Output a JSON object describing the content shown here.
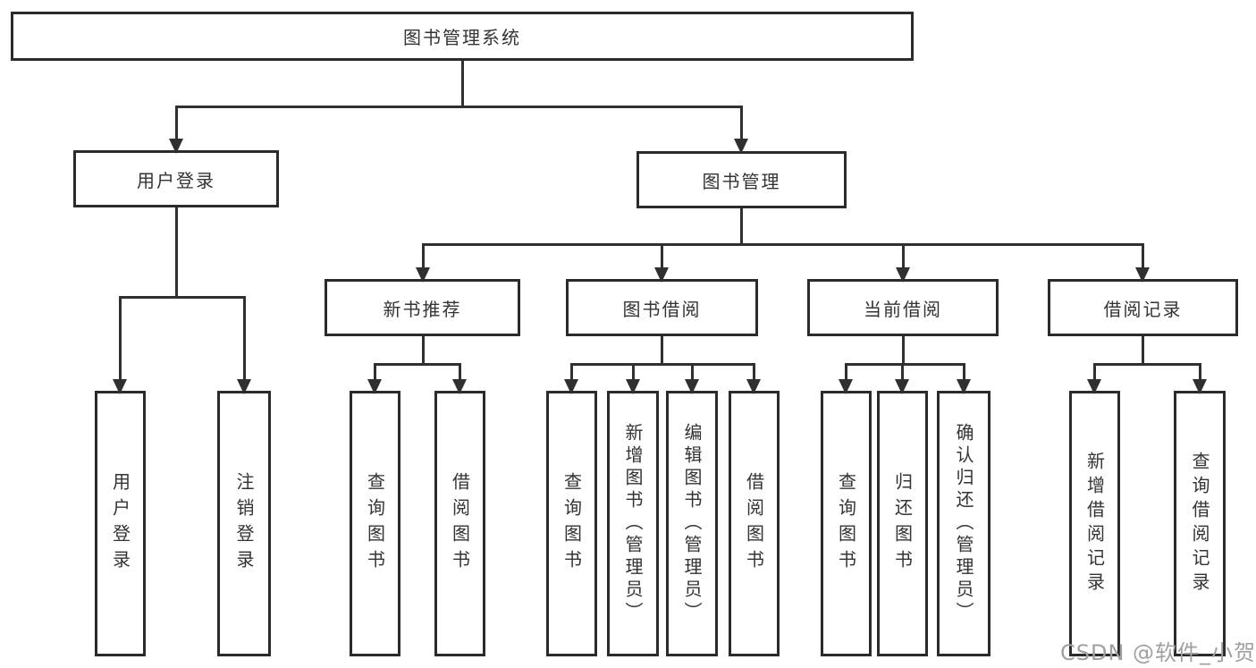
{
  "diagram_title": "图书管理系统",
  "tree": {
    "root": {
      "label": "图书管理系统"
    },
    "branches": [
      {
        "label": "用户登录",
        "children": [
          {
            "label": "用户登录"
          },
          {
            "label": "注销登录"
          }
        ]
      },
      {
        "label": "图书管理",
        "children": [
          {
            "label": "新书推荐",
            "children": [
              {
                "label": "查询图书"
              },
              {
                "label": "借阅图书"
              }
            ]
          },
          {
            "label": "图书借阅",
            "children": [
              {
                "label": "查询图书"
              },
              {
                "label": "新增图书（管理员）"
              },
              {
                "label": "编辑图书（管理员）"
              },
              {
                "label": "借阅图书"
              }
            ]
          },
          {
            "label": "当前借阅",
            "children": [
              {
                "label": "查询图书"
              },
              {
                "label": "归还图书"
              },
              {
                "label": "确认归还（管理员）"
              }
            ]
          },
          {
            "label": "借阅记录",
            "children": [
              {
                "label": "新增借阅记录"
              },
              {
                "label": "查询借阅记录"
              }
            ]
          }
        ]
      }
    ]
  },
  "watermark": {
    "text": "CSDN @软件_小贺同学"
  },
  "colors": {
    "line": "#303030",
    "box_border": "#2b2b2b",
    "text": "#333333",
    "watermark": "#a0a0a0",
    "background": "#ffffff"
  }
}
